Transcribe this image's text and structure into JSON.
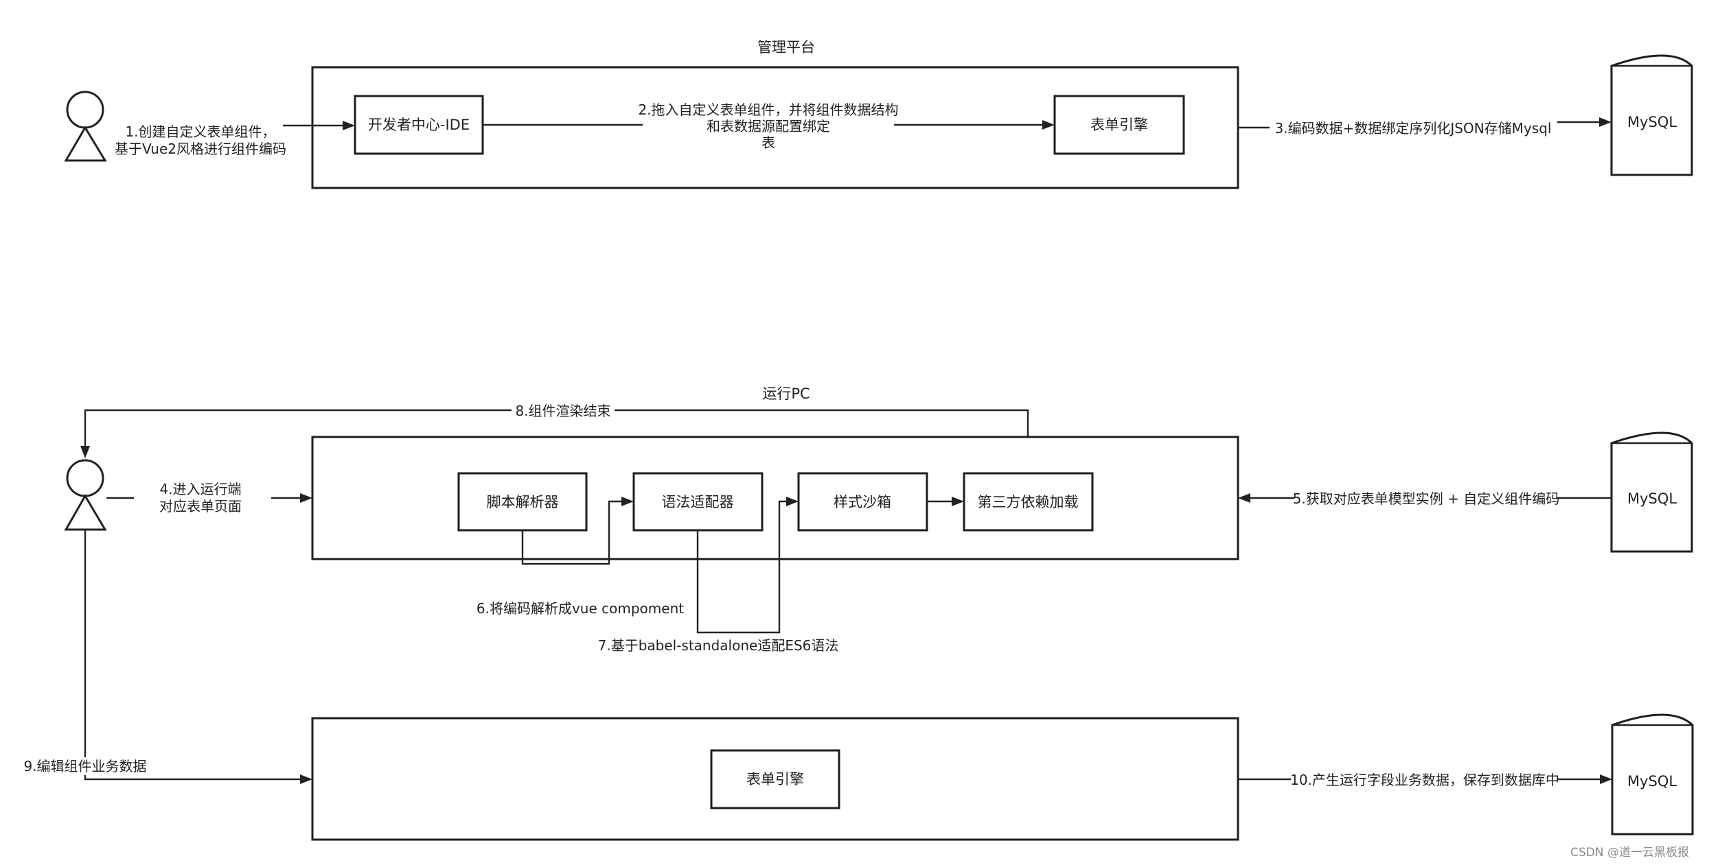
{
  "platforms": {
    "manage_title": "管理平台",
    "run_title": "运行PC"
  },
  "boxes": {
    "dev_ide": "开发者中心-IDE",
    "form_engine_top": "表单引擎",
    "script_parser": "脚本解析器",
    "syntax_adapter": "语法适配器",
    "style_sandbox": "样式沙箱",
    "third_party": "第三方依赖加载",
    "form_engine_bottom": "表单引擎"
  },
  "databases": {
    "db1": "MySQL",
    "db2": "MySQL",
    "db3": "MySQL"
  },
  "edges": {
    "e1": [
      "1.创建自定义表单组件，",
      "基于Vue2风格进行组件编码"
    ],
    "e2": [
      "2.拖入自定义表单组件，并将组件数据结构",
      "和表数据源配置绑定",
      "表"
    ],
    "e3": "3.编码数据+数据绑定序列化JSON存储Mysql",
    "e4": [
      "4.进入运行端",
      "对应表单页面"
    ],
    "e5": "5.获取对应表单模型实例 + 自定义组件编码",
    "e6": "6.将编码解析成vue compoment",
    "e7": "7.基于babel-standalone适配ES6语法",
    "e8": "8.组件渲染结束",
    "e9": "9.编辑组件业务数据",
    "e10": "10.产生运行字段业务数据，保存到数据库中"
  },
  "watermark": "CSDN @道一云黑板报"
}
